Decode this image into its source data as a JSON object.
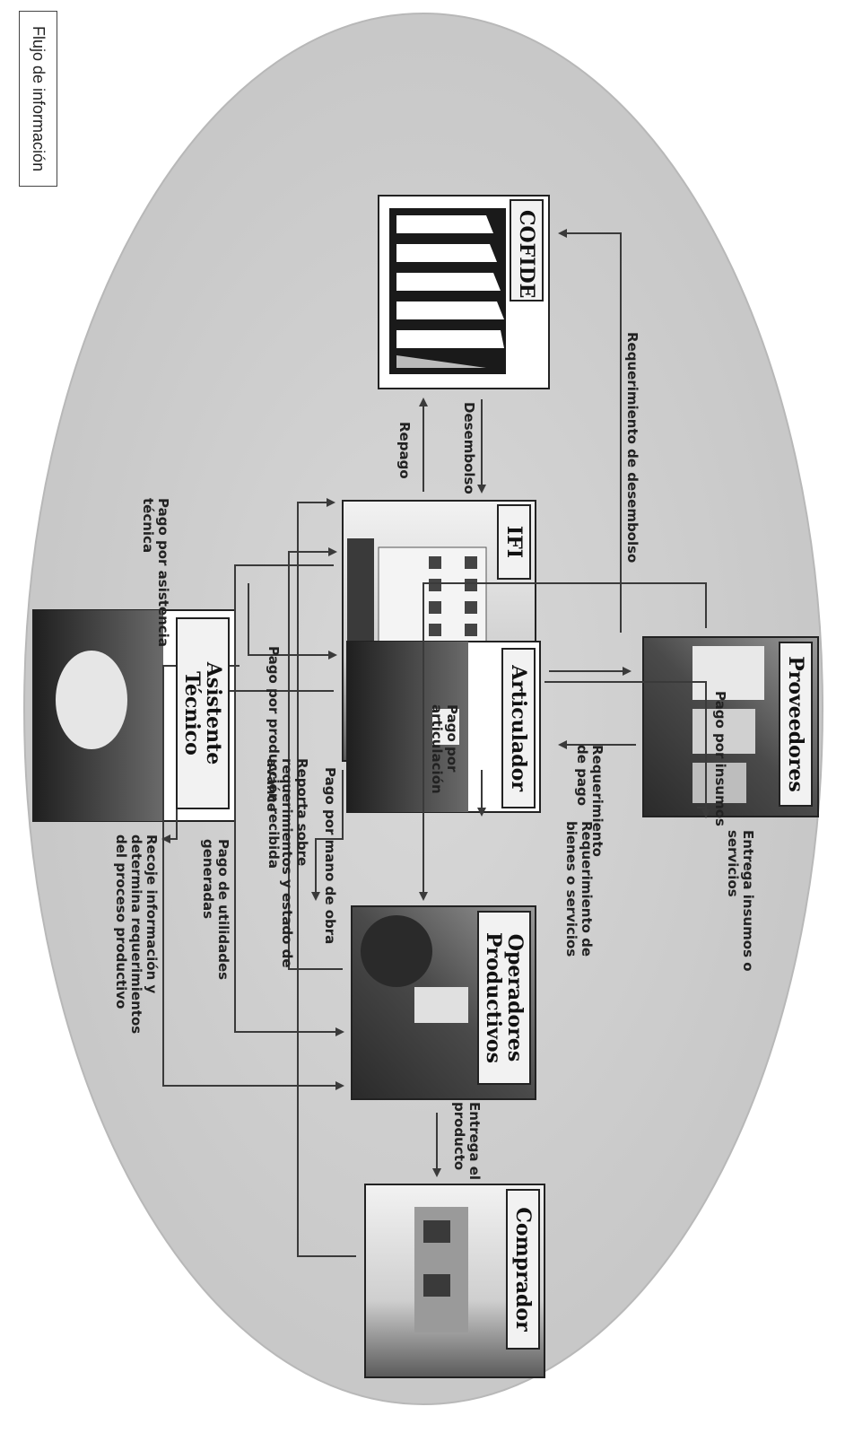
{
  "nodes": {
    "cofide": "COFIDE",
    "ifi": "IFI",
    "proveedores": "Proveedores",
    "articulador": "Articulador",
    "asistente_line1": "Asistente",
    "asistente_line2": "Técnico",
    "operadores_line1": "Operadores",
    "operadores_line2": "Productivos",
    "comprador": "Comprador"
  },
  "edges": {
    "desembolso": "Desembolso",
    "repago": "Repago",
    "req_desembolso": "Requerimiento de desembolso",
    "pago_insumos": "Pago por insumos",
    "req_pago_1": "Requerimiento",
    "req_pago_2": "de pago",
    "pago_articulacion_1": "Pago por",
    "pago_articulacion_2": "articulación",
    "pago_produccion": "Pago por producción recibida",
    "pago_asistencia_1": "Pago por asistencia",
    "pago_asistencia_2": "técnica",
    "entrega_insumos_1": "Entrega insumos o",
    "entrega_insumos_2": "servicios",
    "req_bienes_1": "Requerimiento de",
    "req_bienes_2": "bienes o servicios",
    "pago_mano_obra": "Pago por mano de obra",
    "reporta_1": "Reporta sobre",
    "reporta_2": "requerimientos y estado de",
    "reporta_3": "avance",
    "pago_utilidades_1": "Pago de utilidades",
    "pago_utilidades_2": "generadas",
    "recoje_1": "Recoje información y",
    "recoje_2": "determina requerimientos",
    "recoje_3": "del proceso productivo",
    "entrega_producto_1": "Entrega el",
    "entrega_producto_2": "producto"
  },
  "legend": "Flujo de información",
  "colors": {
    "ellipse": "#cfcfcf",
    "line": "#3a3a3a",
    "photo_dark": "#3c3c3c",
    "photo_light": "#8a8a8a"
  }
}
